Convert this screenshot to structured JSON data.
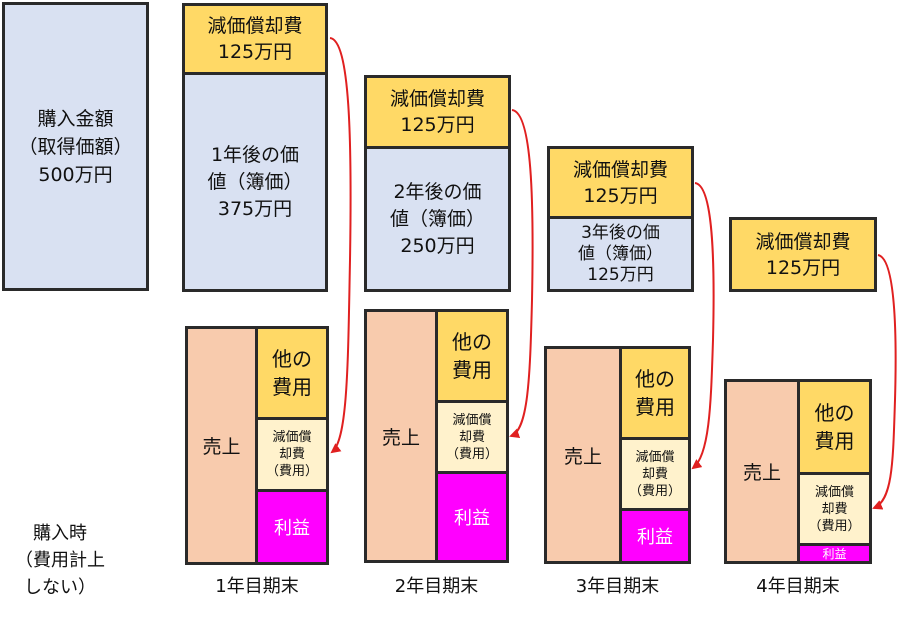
{
  "purchase": {
    "box": "購入金額\n（取得価額）\n500万円",
    "caption": "購入時\n（費用計上\nしない）"
  },
  "years": [
    {
      "depreciation_box": "減価償却費\n125万円",
      "book_value": "1年後の価\n値（簿価）\n375万円",
      "sales": "売上",
      "other_costs": "他の\n費用",
      "depreciation_expense": "減価償\n却費\n（費用）",
      "profit": "利益",
      "label": "1年目期末"
    },
    {
      "depreciation_box": "減価償却費\n125万円",
      "book_value": "2年後の価\n値（簿価）\n250万円",
      "sales": "売上",
      "other_costs": "他の\n費用",
      "depreciation_expense": "減価償\n却費\n（費用）",
      "profit": "利益",
      "label": "2年目期末"
    },
    {
      "depreciation_box": "減価償却費\n125万円",
      "book_value": "3年後の価\n値（簿価）\n125万円",
      "sales": "売上",
      "other_costs": "他の\n費用",
      "depreciation_expense": "減価償\n却費\n（費用）",
      "profit": "利益",
      "label": "3年目期末"
    },
    {
      "depreciation_box": "減価償却費\n125万円",
      "sales": "売上",
      "other_costs": "他の\n費用",
      "depreciation_expense": "減価償\n却費\n（費用）",
      "profit": "利益",
      "label": "4年目期末"
    }
  ],
  "colors": {
    "asset_value": "#d9e1f2",
    "depreciation": "#ffd966",
    "depreciation_expense": "#fff2cc",
    "sales": "#f8cbad",
    "profit": "#ff00ff",
    "arrow": "#e02020"
  }
}
